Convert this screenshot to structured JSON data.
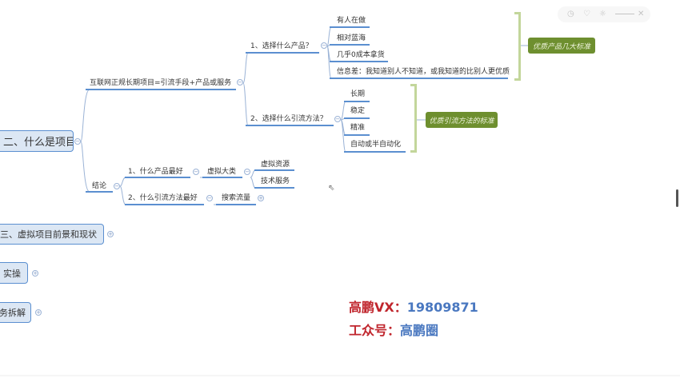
{
  "root": {
    "label": "二、什么是项目"
  },
  "branch1": {
    "label": "互联网正规长期项目=引流手段+产品或服务",
    "q1": {
      "label": "1、选择什么产品？",
      "items": [
        "有人在做",
        "相对蓝海",
        "几乎0成本拿货",
        "信息差：我知道别人不知道，或我知道的比别人更优质"
      ],
      "summary": "优质产品几大标准"
    },
    "q2": {
      "label": "2、选择什么引流方法？",
      "items": [
        "长期",
        "稳定",
        "精准",
        "自动或半自动化"
      ],
      "summary": "优质引流方法的标准"
    }
  },
  "conclusion": {
    "label": "结论",
    "a1": {
      "label": "1、什么产品最好",
      "child": "虚拟大类",
      "items": [
        "虚拟资源",
        "技术服务"
      ]
    },
    "a2": {
      "label": "2、什么引流方法最好",
      "child": "搜索流量"
    }
  },
  "topics": [
    "三、虚拟项目前景和现状",
    "实操",
    "务拆解"
  ],
  "watermark": {
    "line1_prefix": "高鹏VX：",
    "line1_value": "19809871",
    "line2_prefix": "工众号：",
    "line2_value": "高鹏圈"
  },
  "colors": {
    "accent": "#5b8fd0",
    "summary": "#6e8f2f",
    "wm_red": "#c0262d",
    "wm_blue": "#4a78c0"
  }
}
